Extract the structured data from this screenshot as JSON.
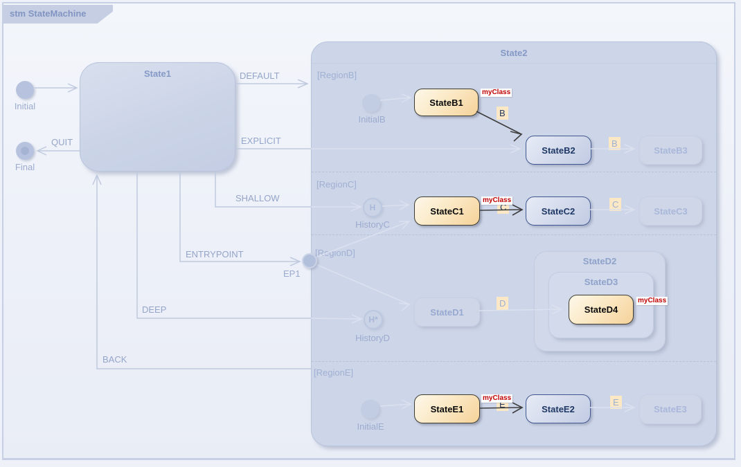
{
  "frame": {
    "tab_label": "stm StateMachine"
  },
  "colors": {
    "canvas_bg": "#eef1f8",
    "frame_border": "#c6cfe4",
    "state_fill": "#cdd5e8",
    "state_title": "#8599c6",
    "orange_state_fill": "#fbe9c6",
    "orange_state_border": "#3d3c33",
    "blue_state_border": "#41568e",
    "blue_state_text": "#1e3764",
    "faded_text": "#a9b7da",
    "stereotype_text": "#c00000",
    "trigger_bg": "#fce8c5",
    "transition_label": "#94a5c9",
    "dark_arrow": "#3e3e3e",
    "faded_arrow": "#bfcade"
  },
  "n": {
    "initial": "Initial",
    "final": "Final",
    "state1": "State1",
    "state2": "State2",
    "initialB": "InitialB",
    "historyC": "HistoryC",
    "historyD": "HistoryD",
    "initialE": "InitialE",
    "ep1": "EP1",
    "hC_glyph": "H",
    "hD_glyph": "H*"
  },
  "regions": [
    "[RegionB]",
    "[RegionC]",
    "[RegionD]",
    "[RegionE]"
  ],
  "t": {
    "default": "DEFAULT",
    "explicit": "EXPLICIT",
    "quit": "QUIT",
    "shallow": "SHALLOW",
    "entrypoint": "ENTRYPOINT",
    "deep": "DEEP",
    "back": "BACK"
  },
  "s": {
    "b1": "StateB1",
    "b2": "StateB2",
    "b3": "StateB3",
    "c1": "StateC1",
    "c2": "StateC2",
    "c3": "StateC3",
    "d1": "StateD1",
    "d2": "StateD2",
    "d3": "StateD3",
    "d4": "StateD4",
    "e1": "StateE1",
    "e2": "StateE2",
    "e3": "StateE3"
  },
  "g": {
    "b_dark": "B",
    "b_faded": "B",
    "c_dark": "C",
    "c_faded": "C",
    "d": "D",
    "e_dark": "E",
    "e_faded": "E"
  },
  "stereo": "myClass"
}
